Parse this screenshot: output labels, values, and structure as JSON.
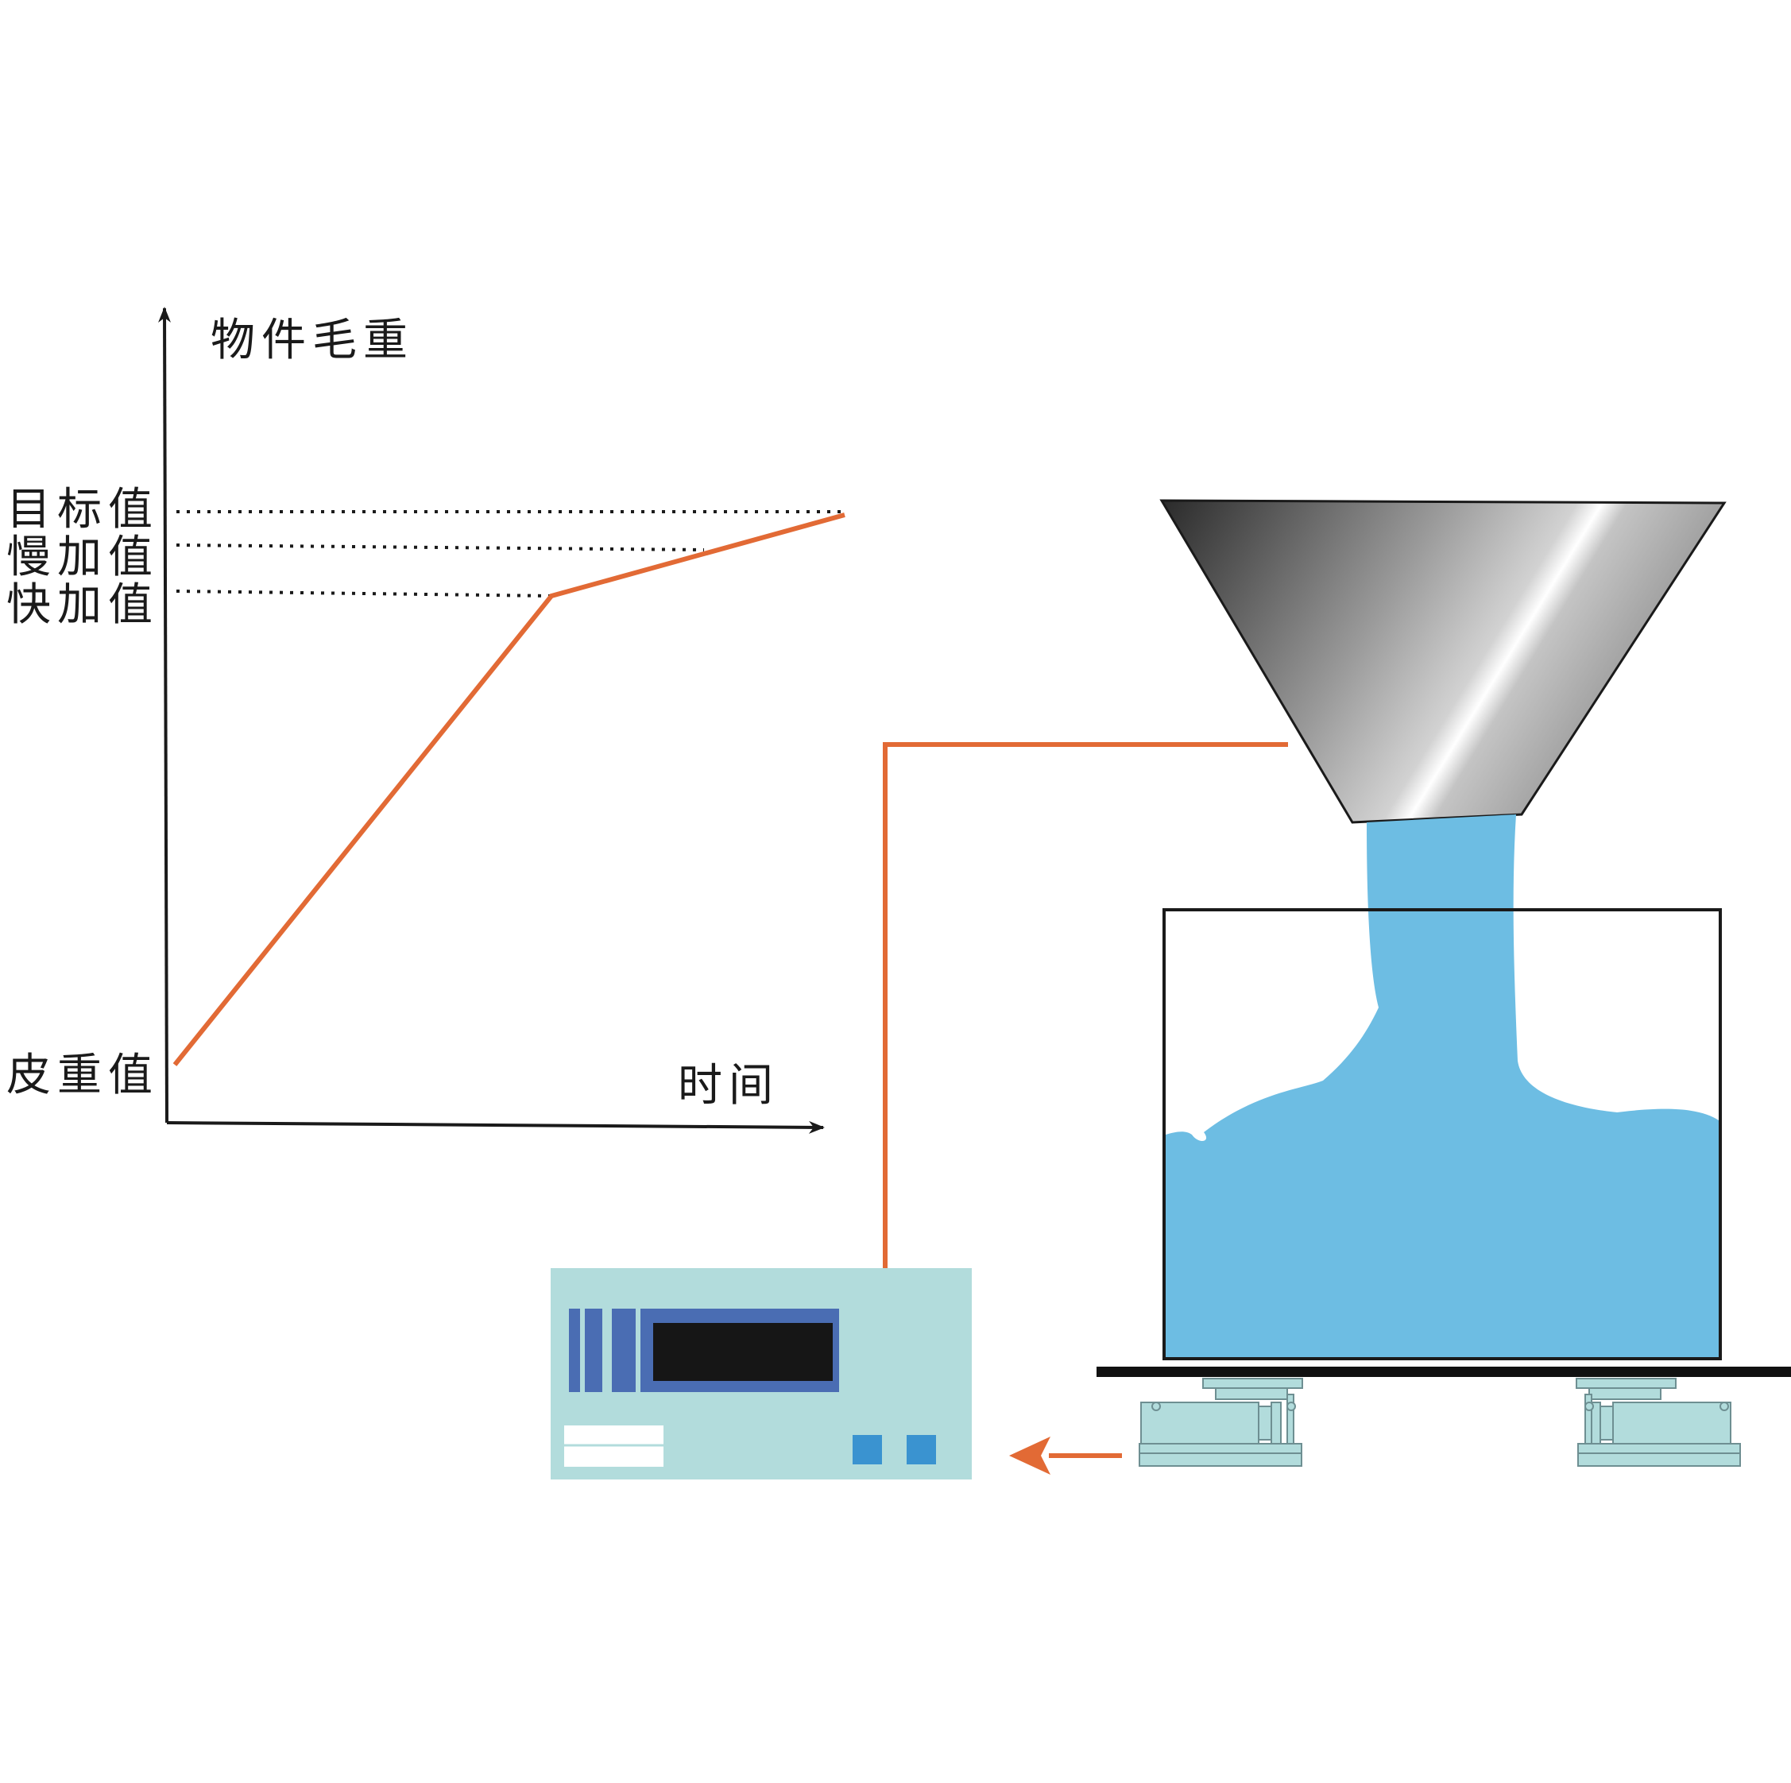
{
  "chart": {
    "y_axis_label": "物件毛重",
    "x_axis_label": "时间",
    "levels": {
      "target": "目标值",
      "slow": "慢加值",
      "fast": "快加值",
      "tare": "皮重值"
    }
  },
  "colors": {
    "curve": "#e26a35",
    "axis": "#1a1a1a",
    "material": "#6dbde3",
    "controller_body": "#b2dcdc",
    "controller_panel": "#4a6db3",
    "controller_screen": "#161616",
    "controller_buttons": "#3a93d0",
    "load_cell": "#b2dcdc",
    "platform": "#111111"
  },
  "icons": {
    "hopper": "hopper-icon",
    "container": "container-icon",
    "load_cells": "load-cell-icon",
    "controller": "weighing-controller-icon",
    "signal_arrow": "arrow-left-icon"
  }
}
